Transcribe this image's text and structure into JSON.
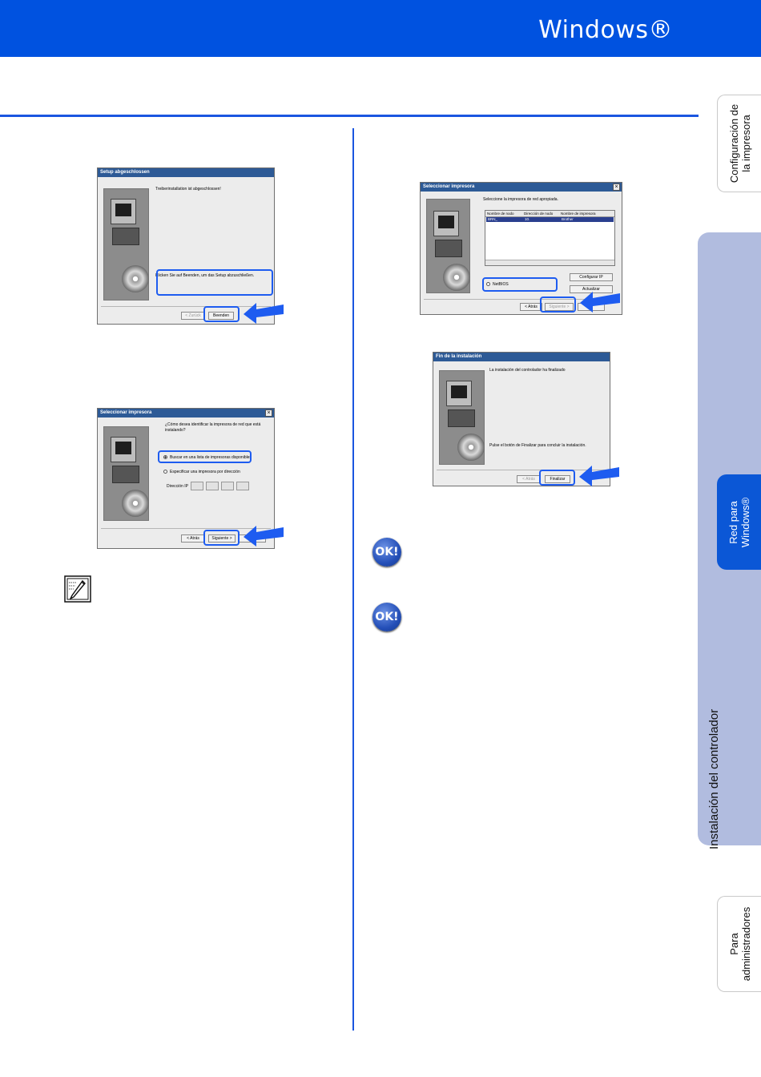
{
  "header": {
    "title": "Windows®"
  },
  "side_tabs": {
    "configuracion": "Configuración de\nla impresora",
    "instalacion": "Instalación del controlador",
    "red_para_windows": "Red para\nWindows®",
    "para_administradores": "Para\nadministradores"
  },
  "dialog_setup": {
    "title": "Setup abgeschlossen",
    "message": "Treiberinstallation ist abgeschlossen!",
    "instruction": "Klicken Sie auf Beenden, um das Setup abzuschließen.",
    "back_button": "< Zurück",
    "finish_button": "Beenden"
  },
  "dialog_select1": {
    "title": "Seleccionar impresora",
    "question": "¿Cómo desea identificar la impresora de red que está instalando?",
    "option_search": "Buscar en una lista de impresoras disponibles",
    "option_specify": "Especificar una impresora por dirección",
    "ip_label": "Dirección IP",
    "back_button": "< Atrás",
    "next_button": "Siguiente >"
  },
  "dialog_select2": {
    "title": "Seleccionar impresora",
    "instruction": "Seleccione la impresora de red apropiada.",
    "columns": [
      "Nombre de nodo",
      "Dirección de nodo",
      "Nombre de impresora"
    ],
    "row": [
      "BRN_",
      "10.",
      "Brother"
    ],
    "option_netbios": "NetBIOS",
    "configure_ip_button": "Configurar IP",
    "refresh_button": "Actualizar",
    "back_button": "< Atrás",
    "next_button": "Siguiente >"
  },
  "dialog_finish": {
    "title": "Fin de la instalación",
    "message": "La instalación del controlador ha finalizado",
    "instruction": "Pulse el botón de Finalizar para concluir la instalación.",
    "back_button": "< Atrás",
    "finish_button": "Finalizar"
  },
  "ok_badges": [
    "OK!",
    "OK!"
  ]
}
